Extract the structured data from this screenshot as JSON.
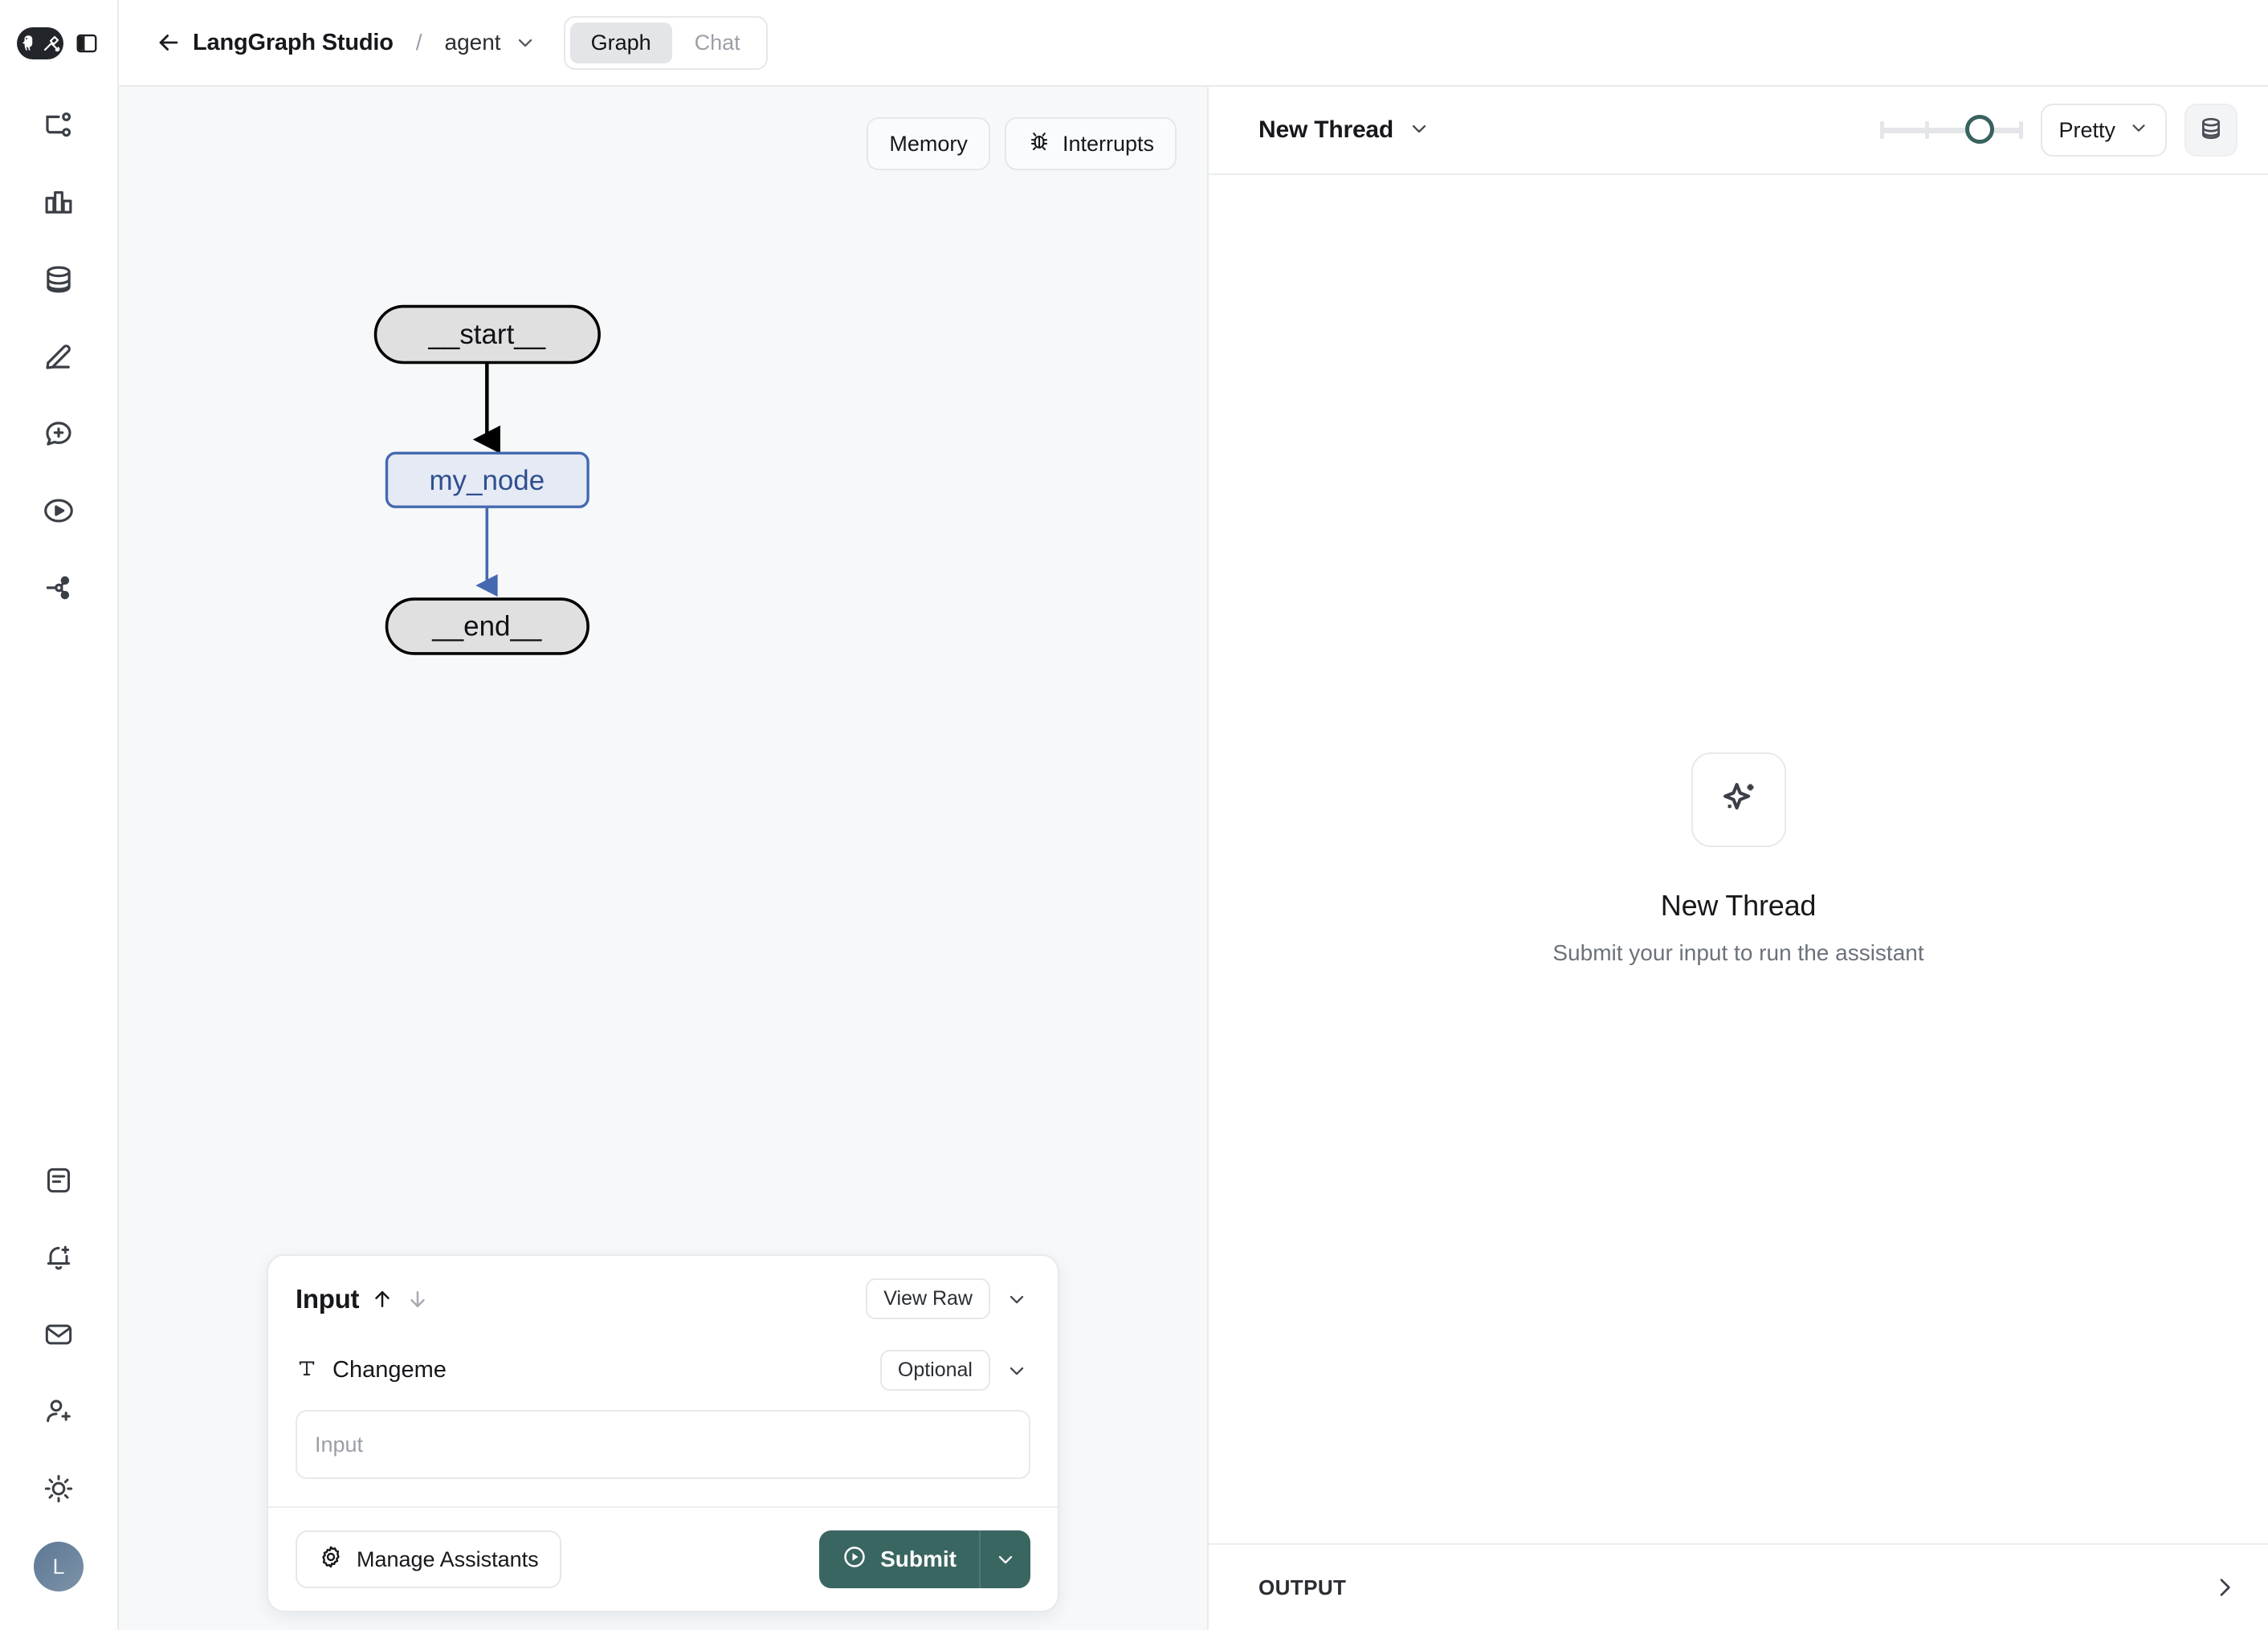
{
  "app": {
    "logo_icon": "langgraph-parrot-tools-icon",
    "panel_toggle_icon": "sidebar-toggle-icon"
  },
  "rail": {
    "top_items": [
      {
        "icon": "graph-flow-icon",
        "name": "graphs"
      },
      {
        "icon": "bar-chart-icon",
        "name": "monitoring"
      },
      {
        "icon": "database-icon",
        "name": "datasets"
      },
      {
        "icon": "pencil-icon",
        "name": "prompts"
      },
      {
        "icon": "message-plus-icon",
        "name": "annotations"
      },
      {
        "icon": "play-circle-icon",
        "name": "playground"
      },
      {
        "icon": "share-network-icon",
        "name": "deployments"
      }
    ],
    "bottom_items": [
      {
        "icon": "document-notes-icon",
        "name": "docs"
      },
      {
        "icon": "bell-plus-icon",
        "name": "alerts"
      },
      {
        "icon": "envelope-icon",
        "name": "inbox"
      },
      {
        "icon": "user-plus-icon",
        "name": "invite"
      },
      {
        "icon": "sun-icon",
        "name": "theme"
      }
    ],
    "avatar_initial": "L"
  },
  "topbar": {
    "back_icon": "arrow-left-icon",
    "breadcrumb_title": "LangGraph Studio",
    "breadcrumb_separator": "/",
    "breadcrumb_item": "agent",
    "breadcrumb_caret_icon": "chevron-down-icon",
    "tabs": [
      {
        "label": "Graph",
        "active": true
      },
      {
        "label": "Chat",
        "active": false
      }
    ]
  },
  "graph": {
    "toolbar": [
      {
        "label": "Memory",
        "icon": null
      },
      {
        "label": "Interrupts",
        "icon": "bug-icon"
      }
    ],
    "nodes": [
      {
        "id": "start",
        "label": "__start__",
        "shape": "pill",
        "fill": "#e0e0e0",
        "stroke": "#000000",
        "text_color": "#0f1114"
      },
      {
        "id": "my_node",
        "label": "my_node",
        "shape": "rounded-rect",
        "fill": "#e6eaf5",
        "stroke": "#4569b0",
        "text_color": "#2f4f8f"
      },
      {
        "id": "end",
        "label": "__end__",
        "shape": "pill",
        "fill": "#e0e0e0",
        "stroke": "#000000",
        "text_color": "#0f1114"
      }
    ],
    "edges": [
      {
        "from": "start",
        "to": "my_node",
        "color": "#000000"
      },
      {
        "from": "my_node",
        "to": "end",
        "color": "#4569b0"
      }
    ]
  },
  "input_panel": {
    "title": "Input",
    "sort_up_icon": "arrow-up-icon",
    "sort_down_icon": "arrow-down-icon",
    "view_raw_label": "View Raw",
    "collapse_icon": "chevron-down-icon",
    "field": {
      "type_icon": "text-type-icon",
      "label": "Changeme",
      "badge": "Optional",
      "badge_caret_icon": "chevron-down-icon",
      "value": "",
      "placeholder": "Input"
    },
    "manage_assistants_label": "Manage Assistants",
    "manage_assistants_icon": "gear-icon",
    "submit_label": "Submit",
    "submit_icon": "play-circle-icon",
    "submit_caret_icon": "chevron-down-icon",
    "submit_color": "#3a6661"
  },
  "right_panel": {
    "thread_label": "New Thread",
    "thread_caret_icon": "chevron-down-icon",
    "slider": {
      "value_pct": 70,
      "accent": "#38625e"
    },
    "format_select_label": "Pretty",
    "format_caret_icon": "chevron-down-icon",
    "database_button_icon": "database-icon",
    "empty_state": {
      "icon": "sparkles-icon",
      "title": "New Thread",
      "subtitle": "Submit your input to run the assistant"
    },
    "footer_label": "OUTPUT",
    "footer_chevron_icon": "chevron-right-icon"
  }
}
